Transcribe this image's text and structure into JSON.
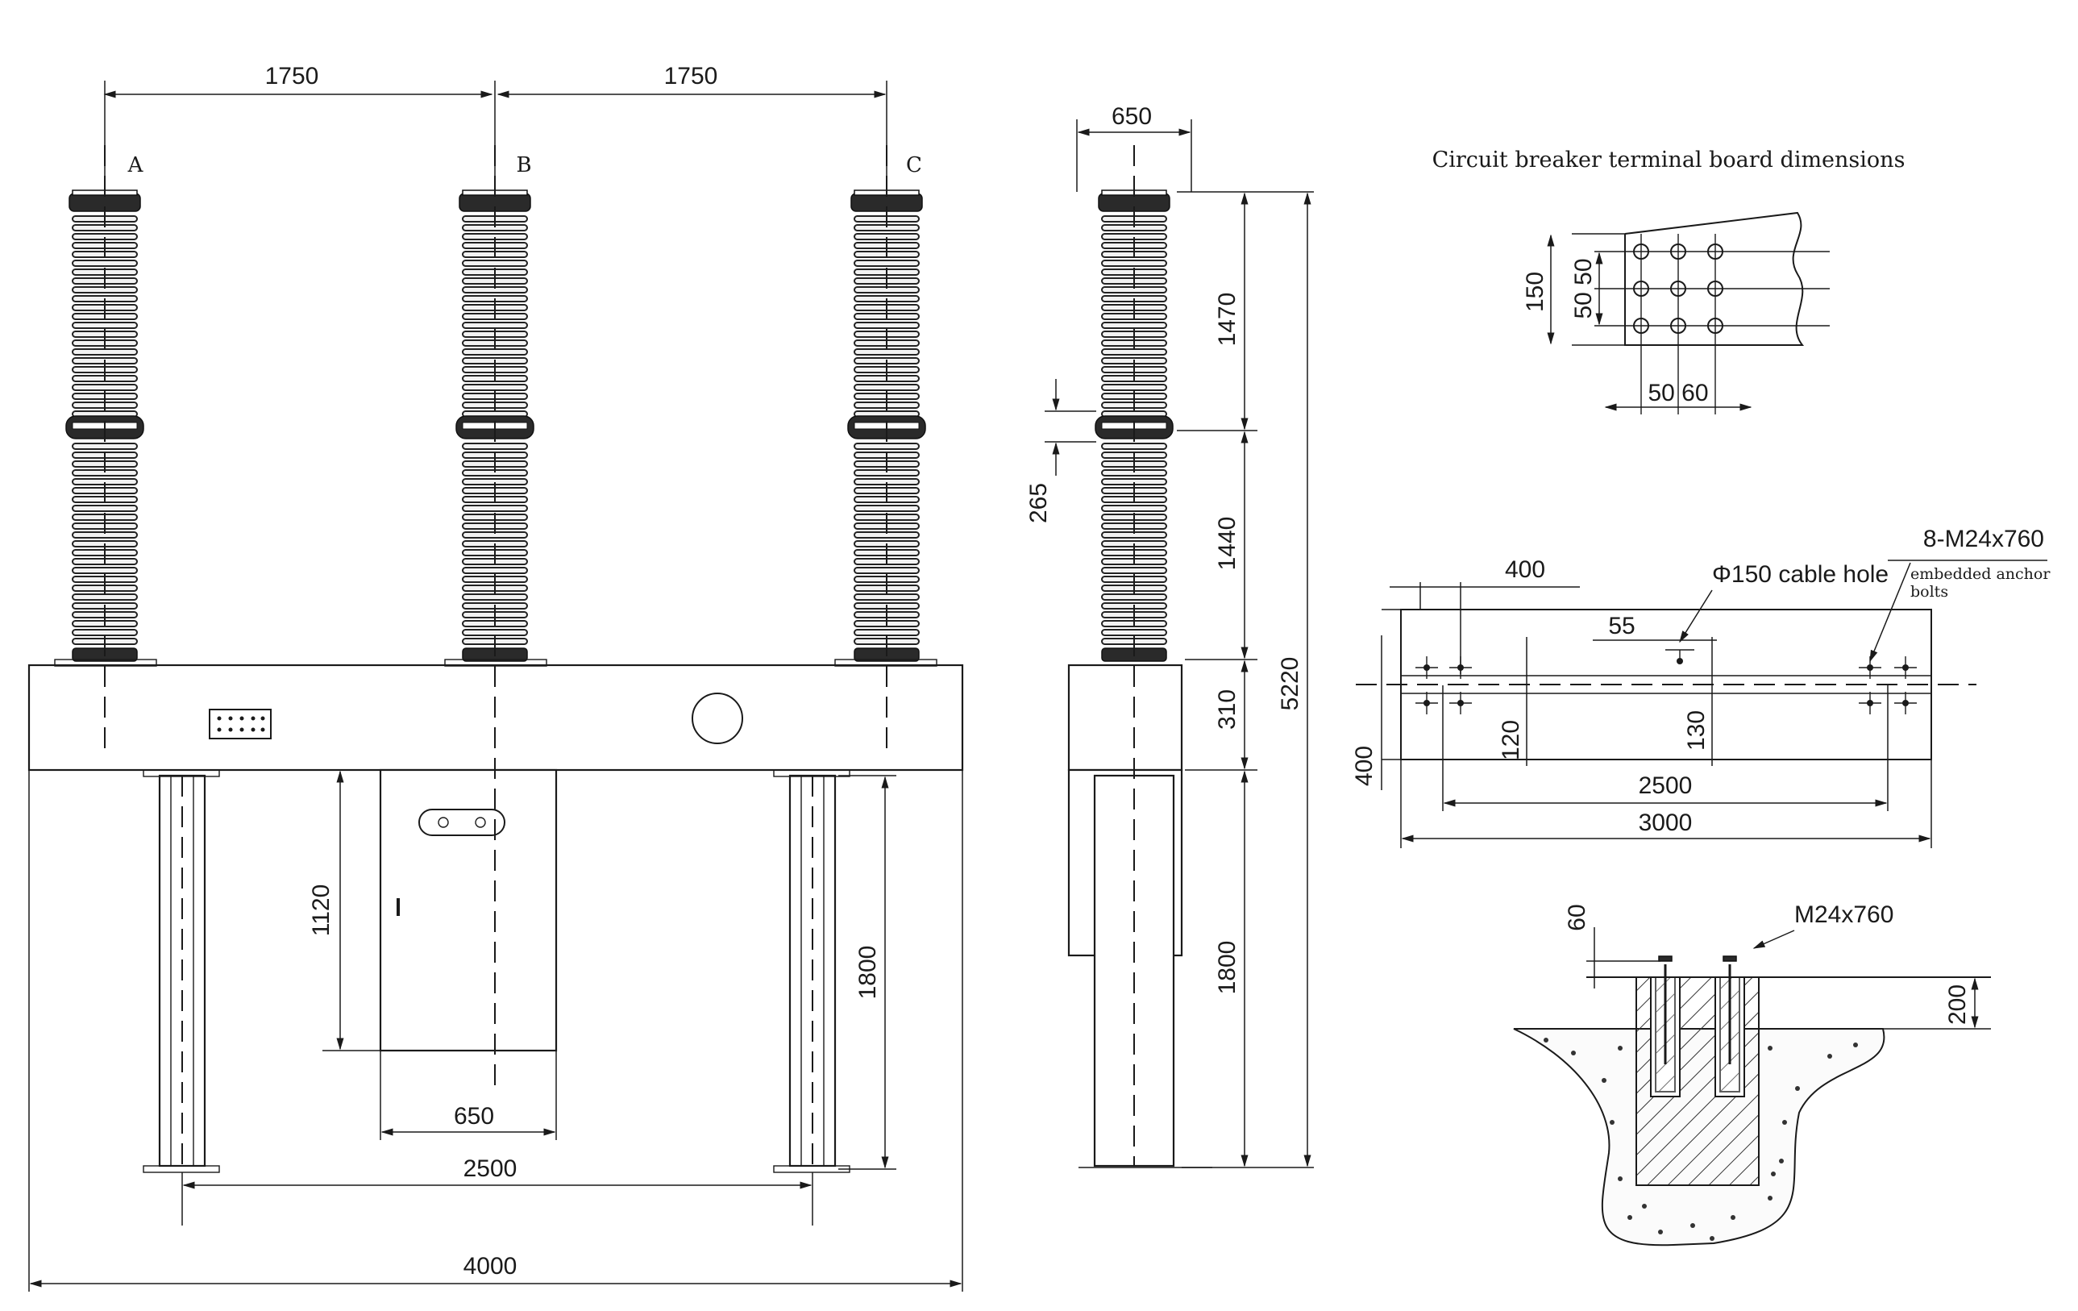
{
  "front_view": {
    "phase_labels": [
      "A",
      "B",
      "C"
    ],
    "dims": {
      "spacing_ab": "1750",
      "spacing_bc": "1750",
      "cabinet_height": "1120",
      "cabinet_width": "650",
      "leg_spacing": "2500",
      "total_width": "4000",
      "frame_height": "1800"
    }
  },
  "side_view": {
    "dims": {
      "top_width": "650",
      "upper_column": "1470",
      "flange_gap": "265",
      "lower_column": "1440",
      "beam_height": "310",
      "total_height": "5220",
      "frame_height": "1800"
    }
  },
  "terminal_board": {
    "title": "Circuit breaker terminal board dimensions",
    "dims": {
      "height": "150",
      "pitch_vertical": "50 50",
      "pitch_horizontal": "50 60"
    }
  },
  "foundation_plan": {
    "anchor_label": "8-M24x760",
    "anchor_note_line1": "embedded anchor",
    "anchor_note_line2": "bolts",
    "cable_hole_label": "Φ150 cable hole",
    "dims": {
      "top_offset": "400",
      "hole_offset": "55",
      "bolt_offset_left": "120",
      "bolt_offset_right": "130",
      "bolt_span": "2500",
      "total_length": "3000",
      "depth": "400"
    }
  },
  "anchor_section": {
    "bolt_label": "M24x760",
    "dims": {
      "projection": "60",
      "grout_depth": "200"
    }
  },
  "colors": {
    "line": "#1a1a1a",
    "background": "#ffffff"
  }
}
